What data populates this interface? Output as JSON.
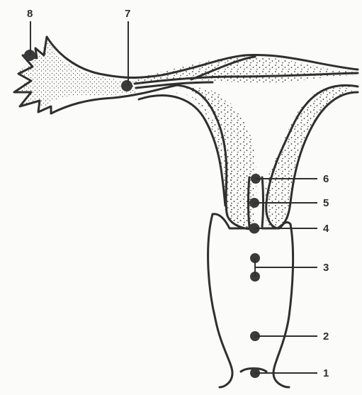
{
  "diagram": {
    "labels": [
      {
        "id": "1",
        "text": "1"
      },
      {
        "id": "2",
        "text": "2"
      },
      {
        "id": "3",
        "text": "3"
      },
      {
        "id": "4",
        "text": "4"
      },
      {
        "id": "5",
        "text": "5"
      },
      {
        "id": "6",
        "text": "6"
      },
      {
        "id": "7",
        "text": "7"
      },
      {
        "id": "8",
        "text": "8"
      }
    ],
    "colors": {
      "line": "#2f2f2f",
      "dot": "#3a3a3a",
      "stipple": "#3a3a3a",
      "background": "#fbfbfa"
    }
  }
}
